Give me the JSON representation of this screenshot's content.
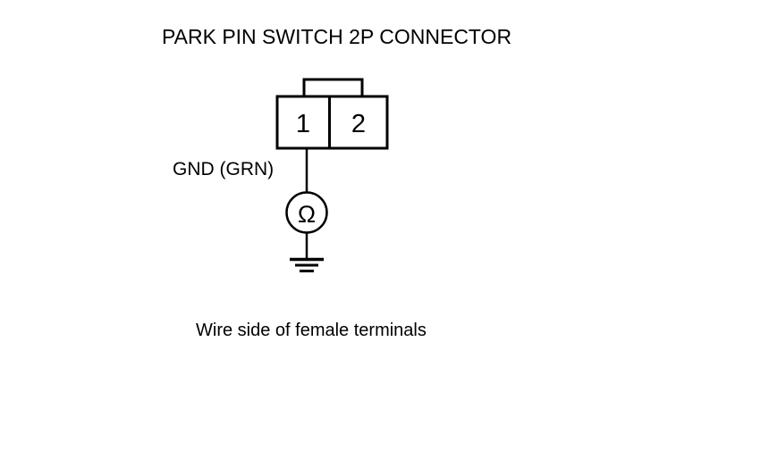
{
  "diagram": {
    "title": "PARK PIN SWITCH 2P CONNECTOR",
    "caption": "Wire side of female terminals",
    "connector": {
      "name": "PARK PIN SWITCH 2P CONNECTOR",
      "pin_count": "2",
      "pins": [
        {
          "number": "1",
          "label": "1"
        },
        {
          "number": "2",
          "label": "2"
        }
      ]
    },
    "wire": {
      "label": "GND (GRN)",
      "from_pin": "1",
      "circuit_name": "GND",
      "wire_color_code": "GRN"
    },
    "meter": {
      "symbol": "Ω",
      "type": "ohmmeter",
      "name": "ohmmeter-symbol"
    },
    "ground": {
      "symbol": "earth-ground",
      "bar_count": "3"
    },
    "colors": {
      "background": "#ffffff",
      "line": "#000000",
      "text": "#000000"
    }
  }
}
